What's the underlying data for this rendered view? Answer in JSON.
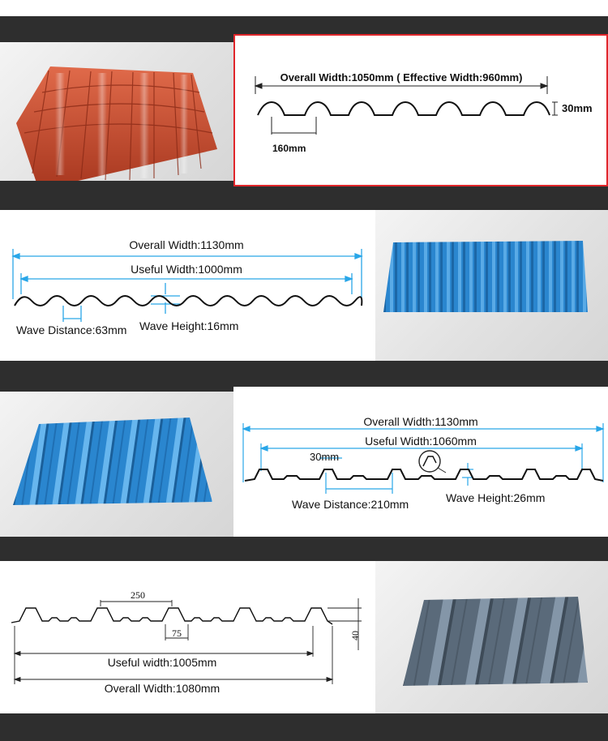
{
  "colors": {
    "band": "#2e2e2e",
    "frame": "#e0262b",
    "dimension_blue": "#29a6e8",
    "tile_red": "#c9482d",
    "sheet_blue": "#2a86cf",
    "sheet_gray": "#5a6a7a"
  },
  "panels": [
    {
      "photo": "red-spanish-roof-tile",
      "diagram": {
        "overall_width": "Overall Width:1050mm ( Effective Width:960mm)",
        "height": "30mm",
        "pitch": "160mm"
      }
    },
    {
      "photo": "blue-corrugated-roof-sheet",
      "diagram": {
        "overall_width": "Overall Width:1130mm",
        "useful_width": "Useful Width:1000mm",
        "wave_distance": "Wave Distance:63mm",
        "wave_height": "Wave Height:16mm"
      }
    },
    {
      "photo": "blue-trapezoidal-roof-sheet",
      "diagram": {
        "overall_width": "Overall Width:1130mm",
        "useful_width": "Useful Width:1060mm",
        "crest_width": "30mm",
        "wave_distance": "Wave Distance:210mm",
        "wave_height": "Wave Height:26mm"
      }
    },
    {
      "photo": "gray-trapezoidal-roof-sheet",
      "diagram": {
        "pitch": "250",
        "valley": "75",
        "height": "40",
        "useful_width": "Useful width:1005mm",
        "overall_width": "Overall Width:1080mm"
      }
    }
  ]
}
